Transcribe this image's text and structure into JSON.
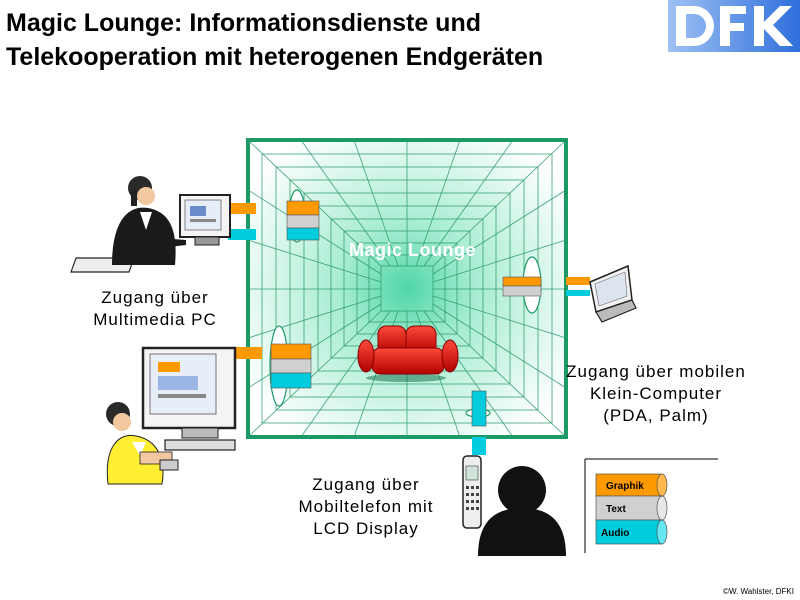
{
  "title": {
    "line1": "Magic Lounge: Informationsdienste und",
    "line2": "Telekooperation mit heterogenen Endgeräten"
  },
  "logo": {
    "text": "DFKI",
    "icon": "dfki-logo-icon",
    "color": "#4a86e8"
  },
  "lounge": {
    "label": "Magic Lounge",
    "grid_color": "#2a9a6a",
    "center_color": "#7de0bc",
    "sofa_color": "#e01010"
  },
  "access": {
    "multimedia_pc": {
      "line1": "Zugang über",
      "line2": "Multimedia PC"
    },
    "mobile_computer": {
      "line1": "Zugang über mobilen",
      "line2": "Klein-Computer",
      "line3": "(PDA, Palm)"
    },
    "mobile_phone": {
      "line1": "Zugang über",
      "line2": "Mobiltelefon mit",
      "line3": "LCD Display"
    }
  },
  "legend": {
    "graphik": "Graphik",
    "text": "Text",
    "audio": "Audio",
    "colors": {
      "graphik": "#ff9900",
      "text": "#d0d0d0",
      "audio": "#00ccdd"
    }
  },
  "copyright": "©W. Wahlster, DFKI"
}
